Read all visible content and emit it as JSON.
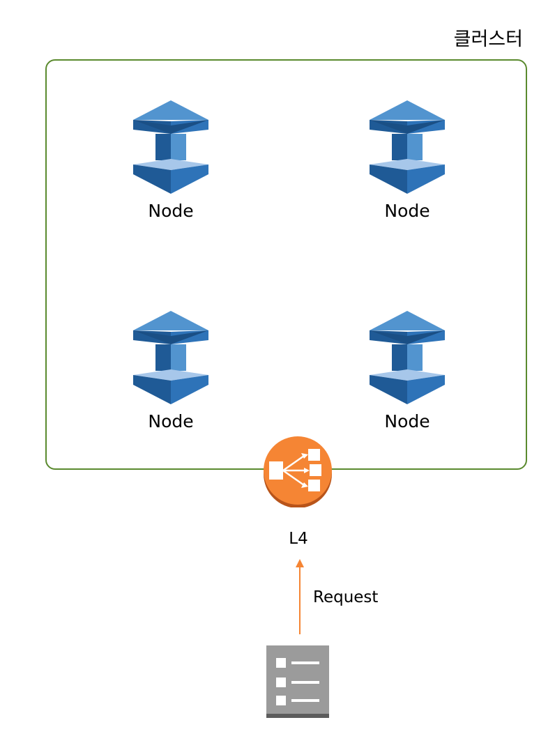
{
  "cluster": {
    "title": "클러스터"
  },
  "nodes": [
    {
      "label": "Node"
    },
    {
      "label": "Node"
    },
    {
      "label": "Node"
    },
    {
      "label": "Node"
    }
  ],
  "load_balancer": {
    "label": "L4",
    "icon": "load-balancer-icon",
    "color": "#f58534"
  },
  "request": {
    "label": "Request",
    "color": "#f58534"
  },
  "client": {
    "icon": "client-document-icon"
  },
  "colors": {
    "node_dark": "#1f5a96",
    "node_mid": "#2e73b8",
    "node_light": "#5294cf",
    "cluster_border": "#5a8a2e"
  }
}
